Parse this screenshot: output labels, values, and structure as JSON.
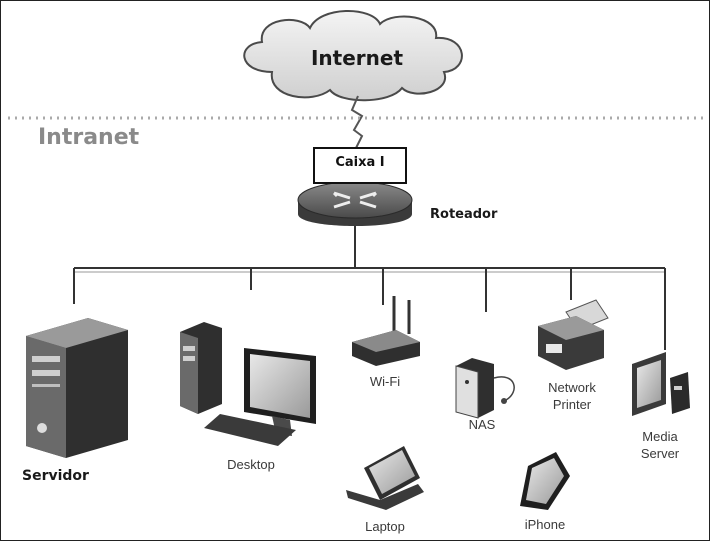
{
  "cloud": {
    "label": "Internet"
  },
  "zone": {
    "label": "Intranet"
  },
  "box": {
    "label": "Caixa I"
  },
  "router": {
    "label": "Roteador"
  },
  "devices": {
    "servidor": "Servidor",
    "desktop": "Desktop",
    "wifi": "Wi-Fi",
    "nas": "NAS",
    "printer_line1": "Network",
    "printer_line2": "Printer",
    "media_line1": "Media",
    "media_line2": "Server",
    "laptop": "Laptop",
    "iphone": "iPhone"
  }
}
